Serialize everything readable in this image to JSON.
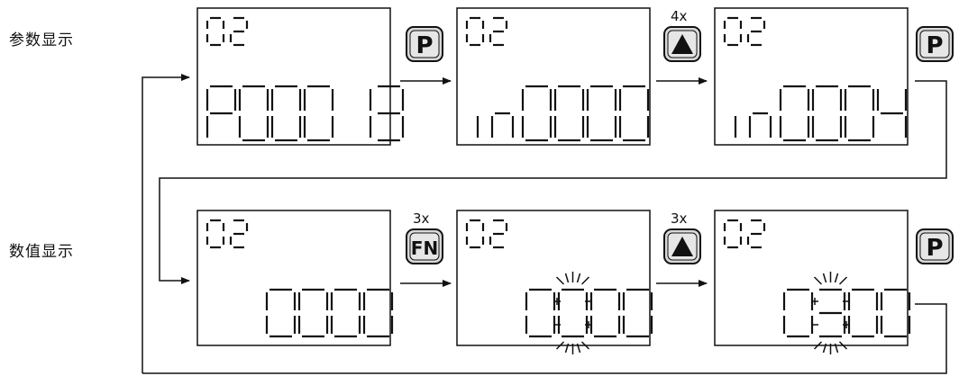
{
  "labels": {
    "param_display": "参数显示",
    "value_display": "数值显示"
  },
  "keys": {
    "p": "P",
    "fn": "FN",
    "up": "up-arrow-icon"
  },
  "multipliers": {
    "row1_up": "4x",
    "row2_fn": "3x",
    "row2_up": "3x"
  },
  "displays": [
    {
      "name": "display-1",
      "top": "02",
      "bottom": "P00013"
    },
    {
      "name": "display-2",
      "top": "02",
      "bottom": "in0000"
    },
    {
      "name": "display-3",
      "top": "02",
      "bottom": "in0004"
    },
    {
      "name": "display-4",
      "top": "02",
      "bottom": "0000"
    },
    {
      "name": "display-5",
      "top": "02",
      "bottom": "0000",
      "blink_digit": 2
    },
    {
      "name": "display-6",
      "top": "02",
      "bottom": "0300",
      "blink_digit": 2
    }
  ],
  "colors": {
    "line": "#111111",
    "segment": "#111111",
    "key_fill": "#d8d8d8"
  }
}
